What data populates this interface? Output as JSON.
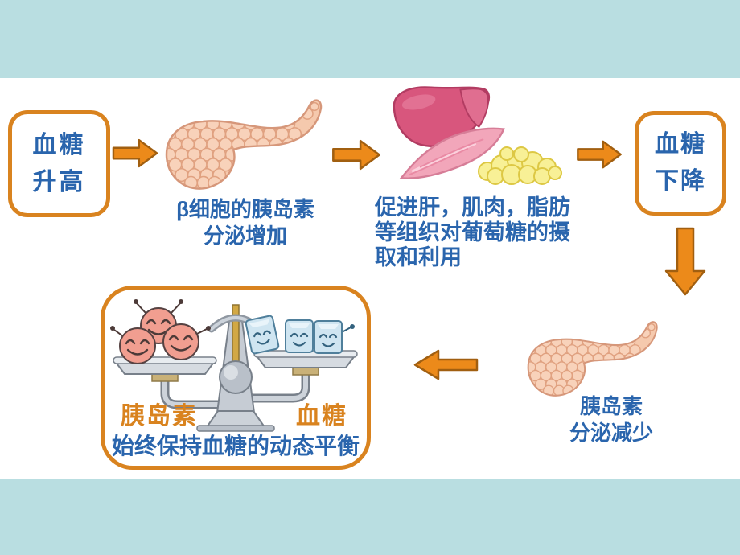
{
  "slide": {
    "background_color": "#b9dee1",
    "canvas_color": "#ffffff",
    "accent_orange": "#d9831f",
    "arrow_orange": "#ec8a1a",
    "text_blue": "#2a65ad"
  },
  "icons": {
    "pancreas_upper": "pancreas-icon",
    "pancreas_lower": "pancreas-icon",
    "liver": "liver-icon",
    "muscle": "muscle-icon",
    "fat": "fat-icon",
    "balance": "balance-scale-icon",
    "insulin_balls": "insulin-smiley-balls-icon",
    "glucose_cubes": "glucose-smiley-cubes-icon",
    "arrows": [
      "arrow-right-icon",
      "arrow-right-icon",
      "arrow-right-icon",
      "arrow-down-icon",
      "arrow-left-icon"
    ]
  },
  "nodes": {
    "glucose_rise": {
      "line1": "血糖",
      "line2": "升高"
    },
    "pancreas_increase": {
      "label_line1": "β细胞的胰岛素",
      "label_line2": "分泌增加"
    },
    "organs": {
      "label_line1": "促进肝，肌肉，脂肪",
      "label_line2": "等组织对葡萄糖的摄",
      "label_line3": "取和利用"
    },
    "glucose_fall": {
      "line1": "血糖",
      "line2": "下降"
    },
    "pancreas_decrease": {
      "label_line1": "胰岛素",
      "label_line2": "分泌减少"
    },
    "balance": {
      "left_label": "胰岛素",
      "right_label": "血糖",
      "caption": "始终保持血糖的动态平衡"
    }
  }
}
